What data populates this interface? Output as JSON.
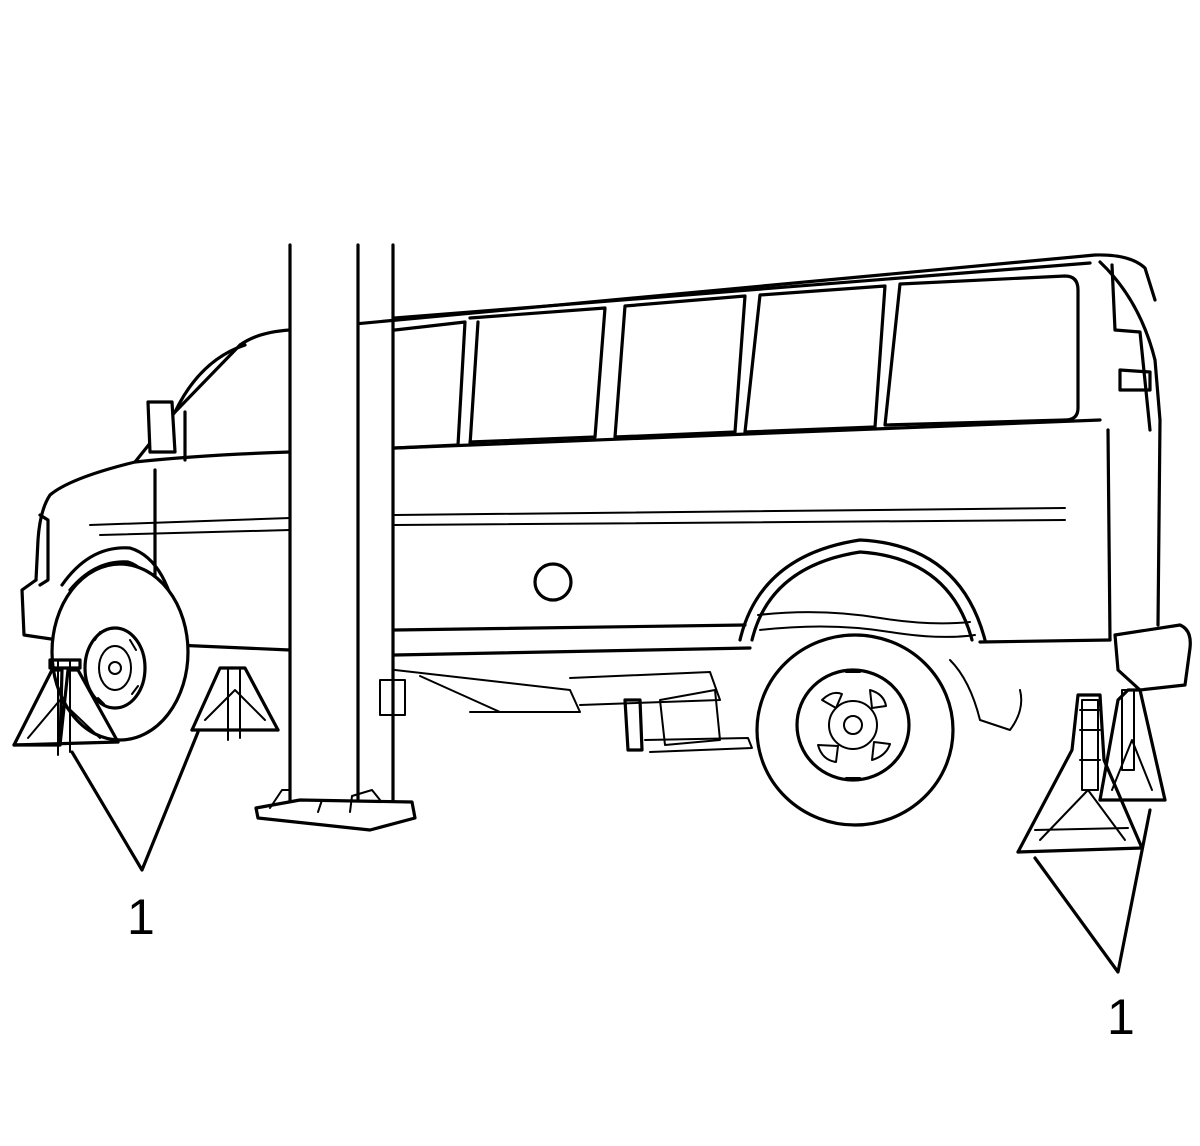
{
  "callouts": [
    {
      "id": "front-stands",
      "text": "1"
    },
    {
      "id": "rear-stands",
      "text": "1"
    }
  ]
}
